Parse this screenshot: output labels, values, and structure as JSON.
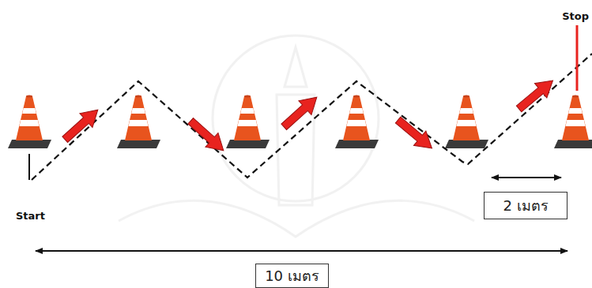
{
  "diagram": {
    "nodes": [
      {
        "text": [
          "2 เมตร"
        ]
      },
      {
        "text": [
          "10 เมตร"
        ]
      }
    ],
    "labels": [
      "Start",
      "Stop"
    ]
  }
}
